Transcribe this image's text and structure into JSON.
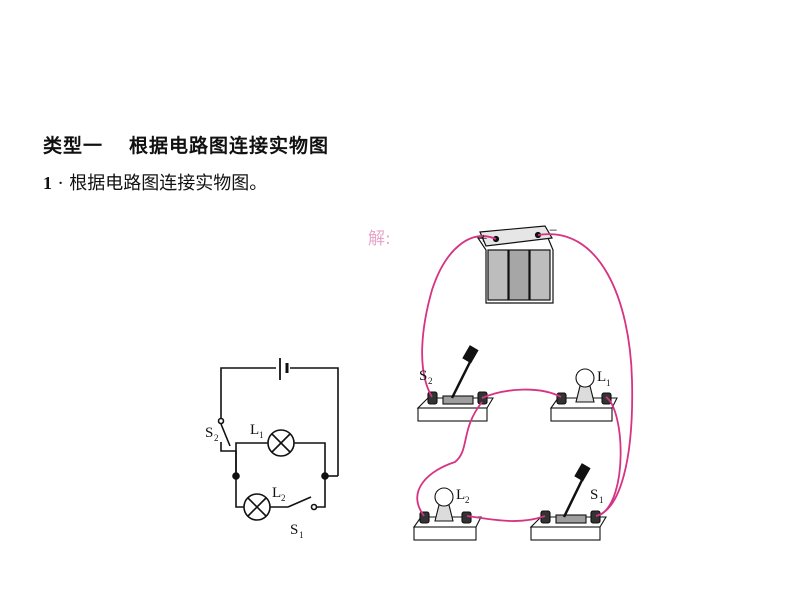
{
  "section": {
    "label": "类型一",
    "title": "根据电路图连接实物图"
  },
  "question": {
    "number": "1",
    "separator": "·",
    "text": "根据电路图连接实物图。"
  },
  "answer": {
    "label": "解:"
  },
  "schematic": {
    "switch_s2": {
      "letter": "S",
      "sub": "2"
    },
    "lamp_l1": {
      "letter": "L",
      "sub": "1"
    },
    "lamp_l2": {
      "letter": "L",
      "sub": "2"
    },
    "switch_s1": {
      "letter": "S",
      "sub": "1"
    }
  },
  "physical": {
    "battery_plus": "+",
    "battery_minus": "−",
    "switch_s2": {
      "letter": "S",
      "sub": "2"
    },
    "lamp_l1": {
      "letter": "L",
      "sub": "1"
    },
    "lamp_l2": {
      "letter": "L",
      "sub": "2"
    },
    "switch_s1": {
      "letter": "S",
      "sub": "1"
    }
  },
  "colors": {
    "wire": "#d63384",
    "answer_label": "#e8a6c8",
    "ink": "#111111"
  }
}
